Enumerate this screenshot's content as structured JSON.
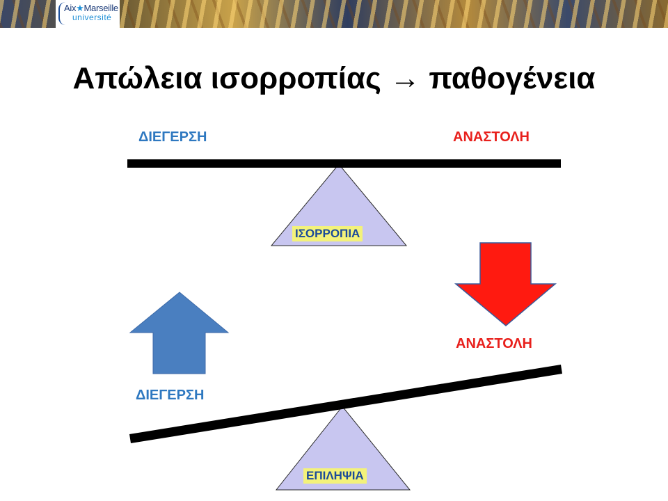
{
  "slide": {
    "title": "Απώλεια ισορροπίας → παθογένεια",
    "logo": {
      "line1_a": "Aix",
      "line1_sep": "★",
      "line1_b": "Marseille",
      "line2": "université"
    }
  },
  "balanced": {
    "left_label": "ΔΙΕΓΕΡΣΗ",
    "right_label": "ΑΝΑΣΤΟΛΗ",
    "fulcrum_label": "ΙΣΟΡΡΟΠΙΑ"
  },
  "unbalanced": {
    "left_label": "ΔΙΕΓΕΡΣΗ",
    "right_label": "ΑΝΑΣΤΟΛΗ",
    "fulcrum_label": "ΕΠΙΛΗΨΙΑ",
    "up_arrow_icon": "arrow-up-icon",
    "down_arrow_icon": "arrow-down-icon"
  },
  "colors": {
    "excitation": "#2e78c0",
    "inhibition": "#e8201c",
    "fulcrum_fill": "#c8c6f0",
    "up_arrow": "#4a7fc0",
    "down_arrow": "#ff1a10",
    "label_highlight": "#f3f27a"
  }
}
